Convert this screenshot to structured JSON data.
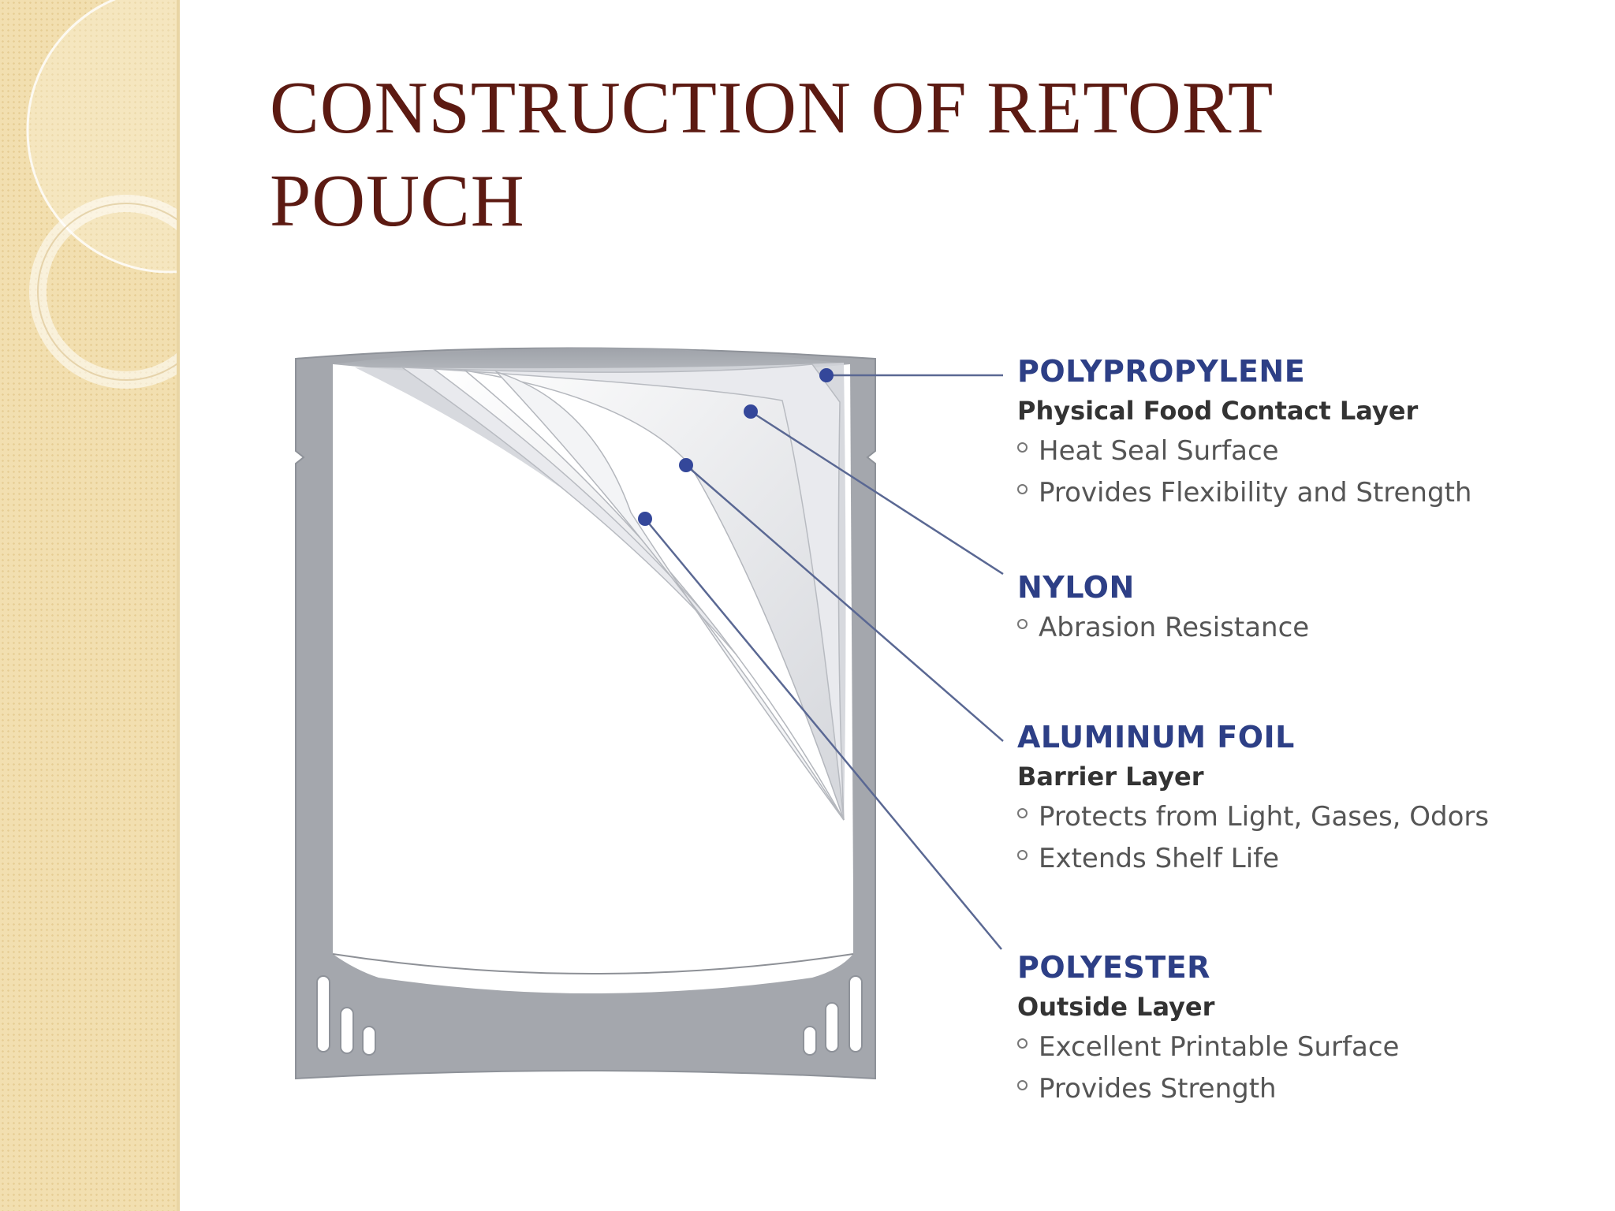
{
  "slide": {
    "title_lines": [
      "CONSTRUCTION OF RETORT",
      "POUCH"
    ]
  },
  "colors": {
    "title": "#5c1a12",
    "layer_heading": "#2d3f86",
    "pouch_frame": "#a4a7ad",
    "sidebar": "#f2dfb0"
  },
  "layers": [
    {
      "name": "POLYPROPYLENE",
      "role": "Physical Food Contact Layer",
      "features": [
        "Heat Seal Surface",
        "Provides Flexibility and Strength"
      ]
    },
    {
      "name": "NYLON",
      "role": "",
      "features": [
        "Abrasion Resistance"
      ]
    },
    {
      "name": "ALUMINUM FOIL",
      "role": "Barrier Layer",
      "features": [
        "Protects from Light, Gases, Odors",
        "Extends Shelf Life"
      ]
    },
    {
      "name": "POLYESTER",
      "role": "Outside Layer",
      "features": [
        "Excellent Printable Surface",
        "Provides Strength"
      ]
    }
  ]
}
